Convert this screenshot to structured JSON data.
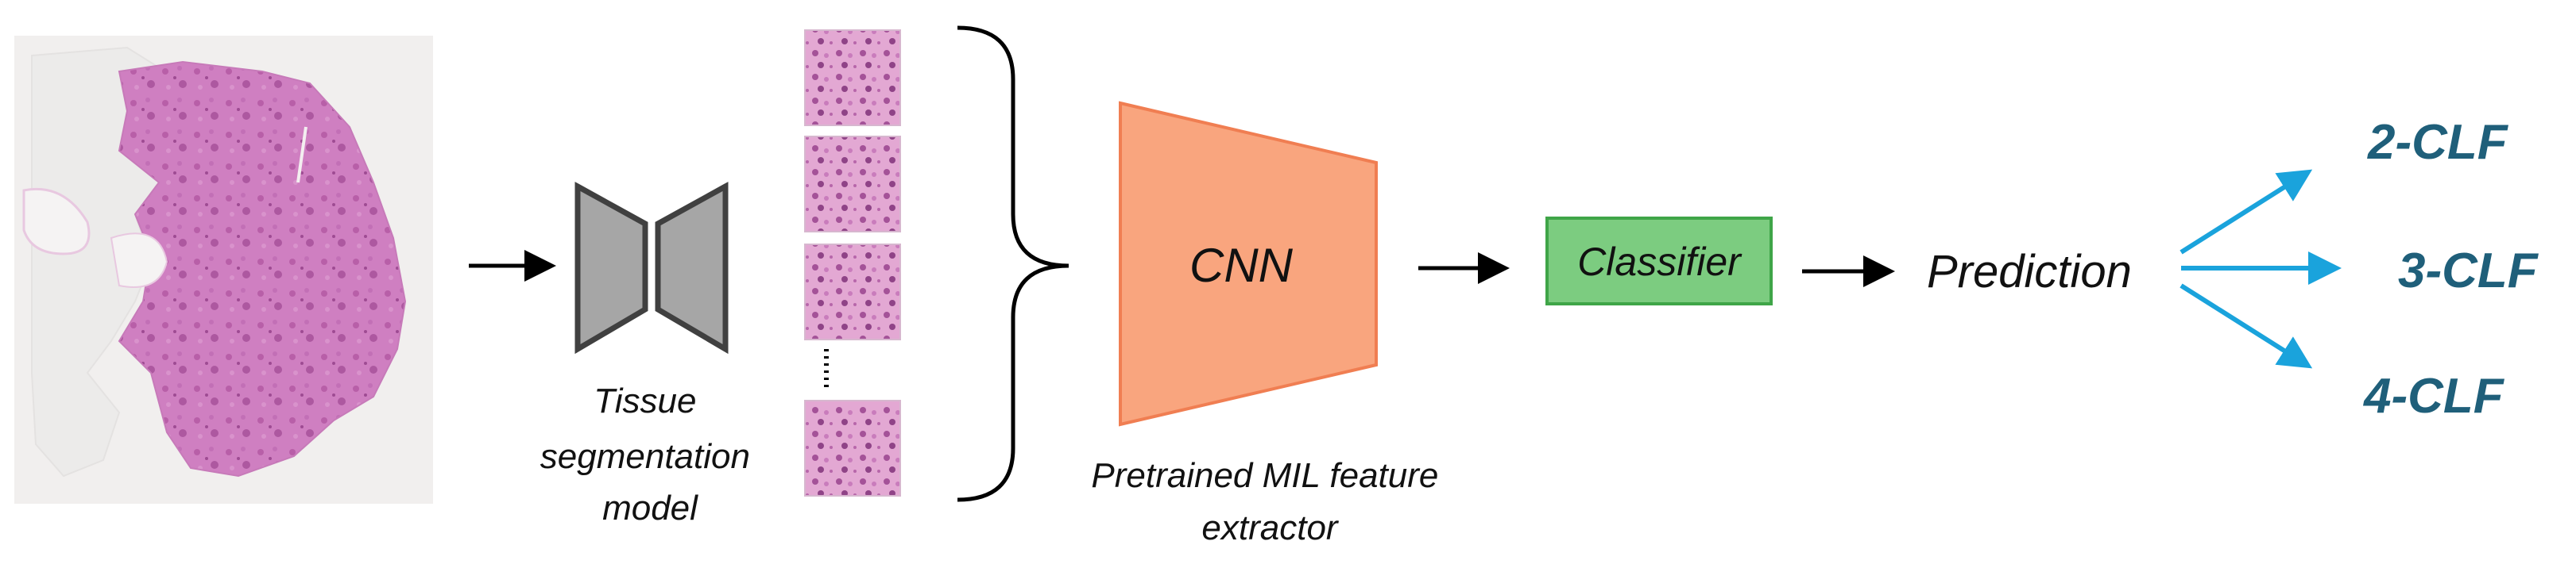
{
  "labels": {
    "segmentation_model": [
      "Tissue",
      "segmentation",
      "model"
    ],
    "cnn": "CNN",
    "feature_extractor": [
      "Pretrained MIL feature",
      "extractor"
    ],
    "classifier": "Classifier",
    "prediction": "Prediction"
  },
  "outputs": [
    "2-CLF",
    "3-CLF",
    "4-CLF"
  ],
  "colors": {
    "cnn_fill": "#f9a57e",
    "cnn_stroke": "#f07e52",
    "classifier_fill": "#7ccc80",
    "classifier_stroke": "#3fa548",
    "encoder_fill": "#a6a6a6",
    "encoder_stroke": "#404040",
    "output_text": "#1f5f7a",
    "output_arrow": "#1aa3dc",
    "arrow": "#000000"
  },
  "icons": {
    "slide": "wsi-tissue-image",
    "patches": "histology-patch-image",
    "segmentation": "encoder-decoder-icon",
    "brace": "curly-brace"
  }
}
